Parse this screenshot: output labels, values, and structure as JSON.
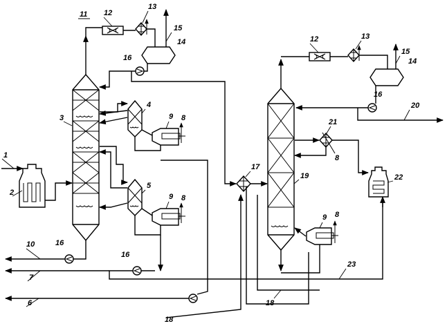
{
  "labels": {
    "l1": "1",
    "l2": "2",
    "l3": "3",
    "l4": "4",
    "l5": "5",
    "l6": "6",
    "l7": "7",
    "l8a": "8",
    "l8b": "8",
    "l8c": "8",
    "l8d": "8",
    "l9a": "9",
    "l9b": "9",
    "l9c": "9",
    "l10": "10",
    "l11": "11",
    "l12a": "12",
    "l12b": "12",
    "l13a": "13",
    "l13b": "13",
    "l14a": "14",
    "l14b": "14",
    "l15a": "15",
    "l15b": "15",
    "l16a": "16",
    "l16b": "16",
    "l16c": "16",
    "l16d": "16",
    "l17": "17",
    "l18a": "18",
    "l18b": "18",
    "l19": "19",
    "l20": "20",
    "l21": "21",
    "l22": "22",
    "l23": "23"
  }
}
